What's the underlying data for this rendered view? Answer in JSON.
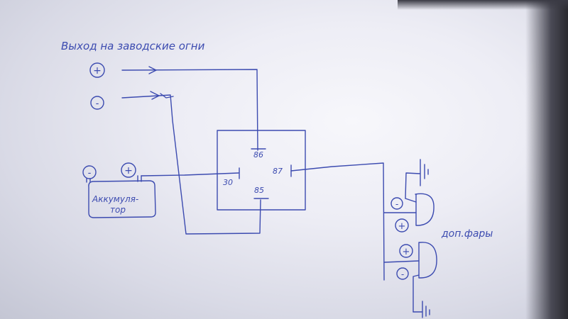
{
  "ink_color": "#3c4bb0",
  "title": "Выход на заводские огни",
  "signal_plus": "+",
  "signal_minus": "-",
  "relay": {
    "pin_86": "86",
    "pin_87": "87",
    "pin_30": "30",
    "pin_85": "85"
  },
  "battery": {
    "minus": "-",
    "plus": "+",
    "label_line1": "Аккумуля-",
    "label_line2": "тор"
  },
  "lamps": {
    "top_minus": "-",
    "top_plus": "+",
    "bottom_plus": "+",
    "bottom_minus": "-",
    "label": "доп.фары"
  }
}
